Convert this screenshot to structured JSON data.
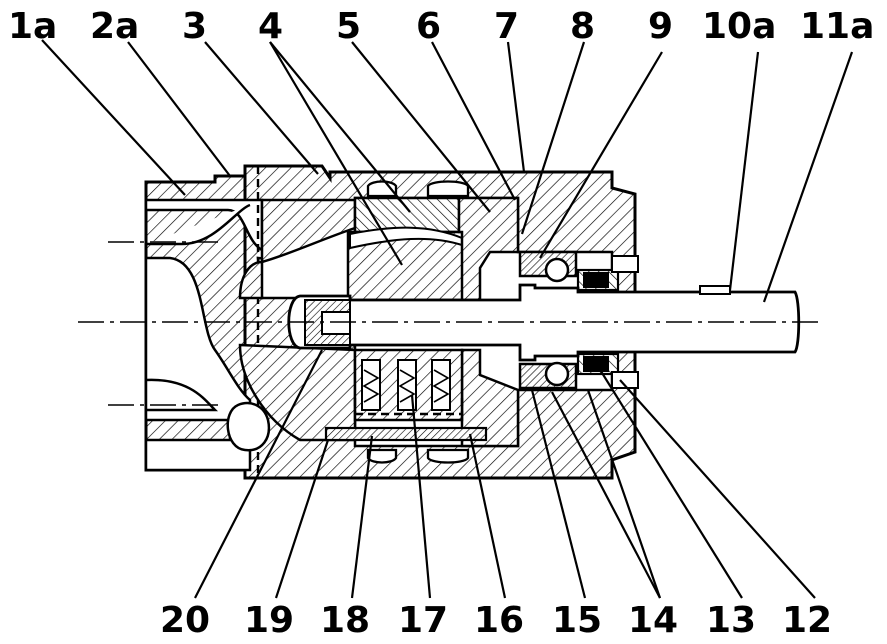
{
  "top_labels": [
    "1a",
    "2a",
    "3",
    "4",
    "5",
    "6",
    "7",
    "8",
    "9",
    "10a",
    "11a"
  ],
  "bottom_labels": [
    "20",
    "19",
    "18",
    "17",
    "16",
    "15",
    "14",
    "13",
    "12"
  ]
}
